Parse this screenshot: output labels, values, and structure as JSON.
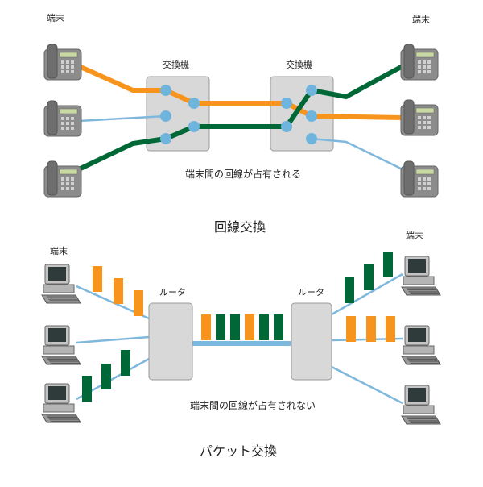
{
  "circuit": {
    "terminal_label": "端末",
    "switch_label": "交換機",
    "note": "端末間の回線が占有される",
    "title": "回線交換"
  },
  "packet": {
    "terminal_label": "端末",
    "router_label": "ルータ",
    "note": "端末間の回線が占有されない",
    "title": "パケット交換"
  },
  "colors": {
    "orange": "#f7941d",
    "green": "#006837",
    "blue_line": "#7fb8dd",
    "node": "#6fb4dc",
    "box": "#d8d8d8",
    "box_border": "#9a9a9a"
  },
  "icons": {
    "phone": "telephone-icon",
    "computer": "computer-icon"
  }
}
